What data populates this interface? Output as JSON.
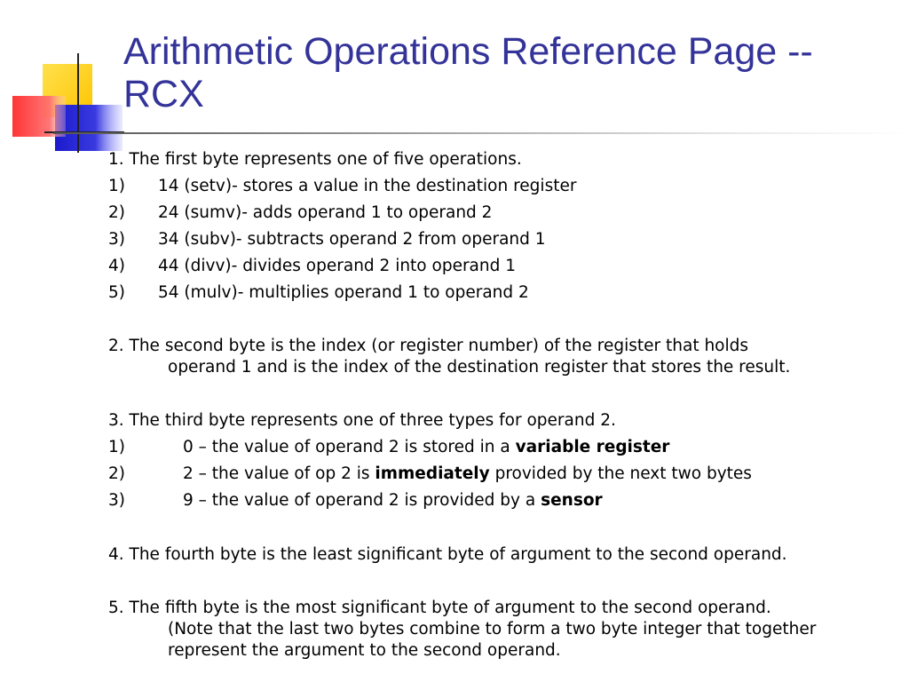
{
  "slide": {
    "title": "Arithmetic Operations Reference Page -- RCX",
    "sections": [
      {
        "heading": "1. The first byte represents one of five operations.",
        "items": [
          {
            "num": "1)",
            "text": "14 (setv)- stores a value in the destination register"
          },
          {
            "num": "2)",
            "text": "24 (sumv)- adds operand 1 to operand 2"
          },
          {
            "num": "3)",
            "text": "34 (subv)- subtracts operand 2 from operand 1"
          },
          {
            "num": "4)",
            "text": "44 (divv)- divides operand 2 into operand 1"
          },
          {
            "num": "5)",
            "text": "54 (mulv)- multiplies operand 1 to operand 2"
          }
        ]
      },
      {
        "heading": "2. The second byte is the index (or register number) of the register that holds",
        "continuation": "operand 1 and is the index of the destination register that stores the result."
      },
      {
        "heading": "3. The third byte represents one of three types for operand 2.",
        "items": [
          {
            "num": "1)",
            "pre": "0 – the value of operand 2 is stored in a ",
            "bold": "variable register",
            "post": ""
          },
          {
            "num": "2)",
            "pre": "2 – the value of op 2 is ",
            "bold": "immediately",
            "post": " provided by the next two bytes"
          },
          {
            "num": "3)",
            "pre": "9 – the value of operand 2 is provided by a ",
            "bold": "sensor",
            "post": ""
          }
        ]
      },
      {
        "heading": "4. The fourth byte is the least significant byte of argument to the second operand."
      },
      {
        "heading": "5. The fifth byte is the most significant byte of argument to the second operand.",
        "continuation": "(Note that the last two bytes combine to form a two byte integer that together",
        "continuation2": "represent the argument to the second operand."
      }
    ]
  },
  "colors": {
    "title": "#333399",
    "deco_yellow": "#ffcc00",
    "deco_blue": "#2222cc",
    "deco_red": "#ff3333"
  }
}
